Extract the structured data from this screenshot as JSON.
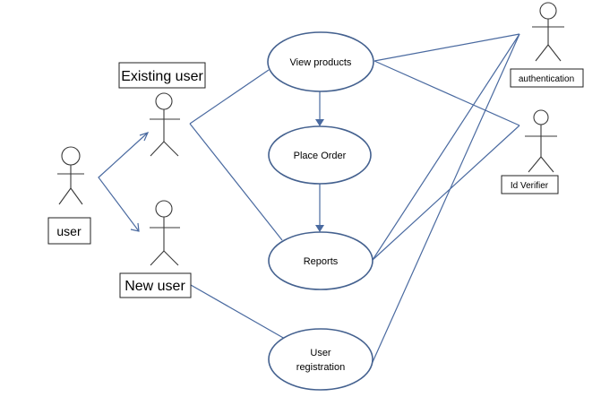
{
  "actors": {
    "existing_user": "Existing user",
    "user": "user",
    "new_user": "New user",
    "authentication": "authentication",
    "id_verifier": "Id Verifier"
  },
  "use_cases": {
    "view_products": "View products",
    "place_order": "Place Order",
    "reports": "Reports",
    "user_registration_line1": "User",
    "user_registration_line2": "registration"
  }
}
